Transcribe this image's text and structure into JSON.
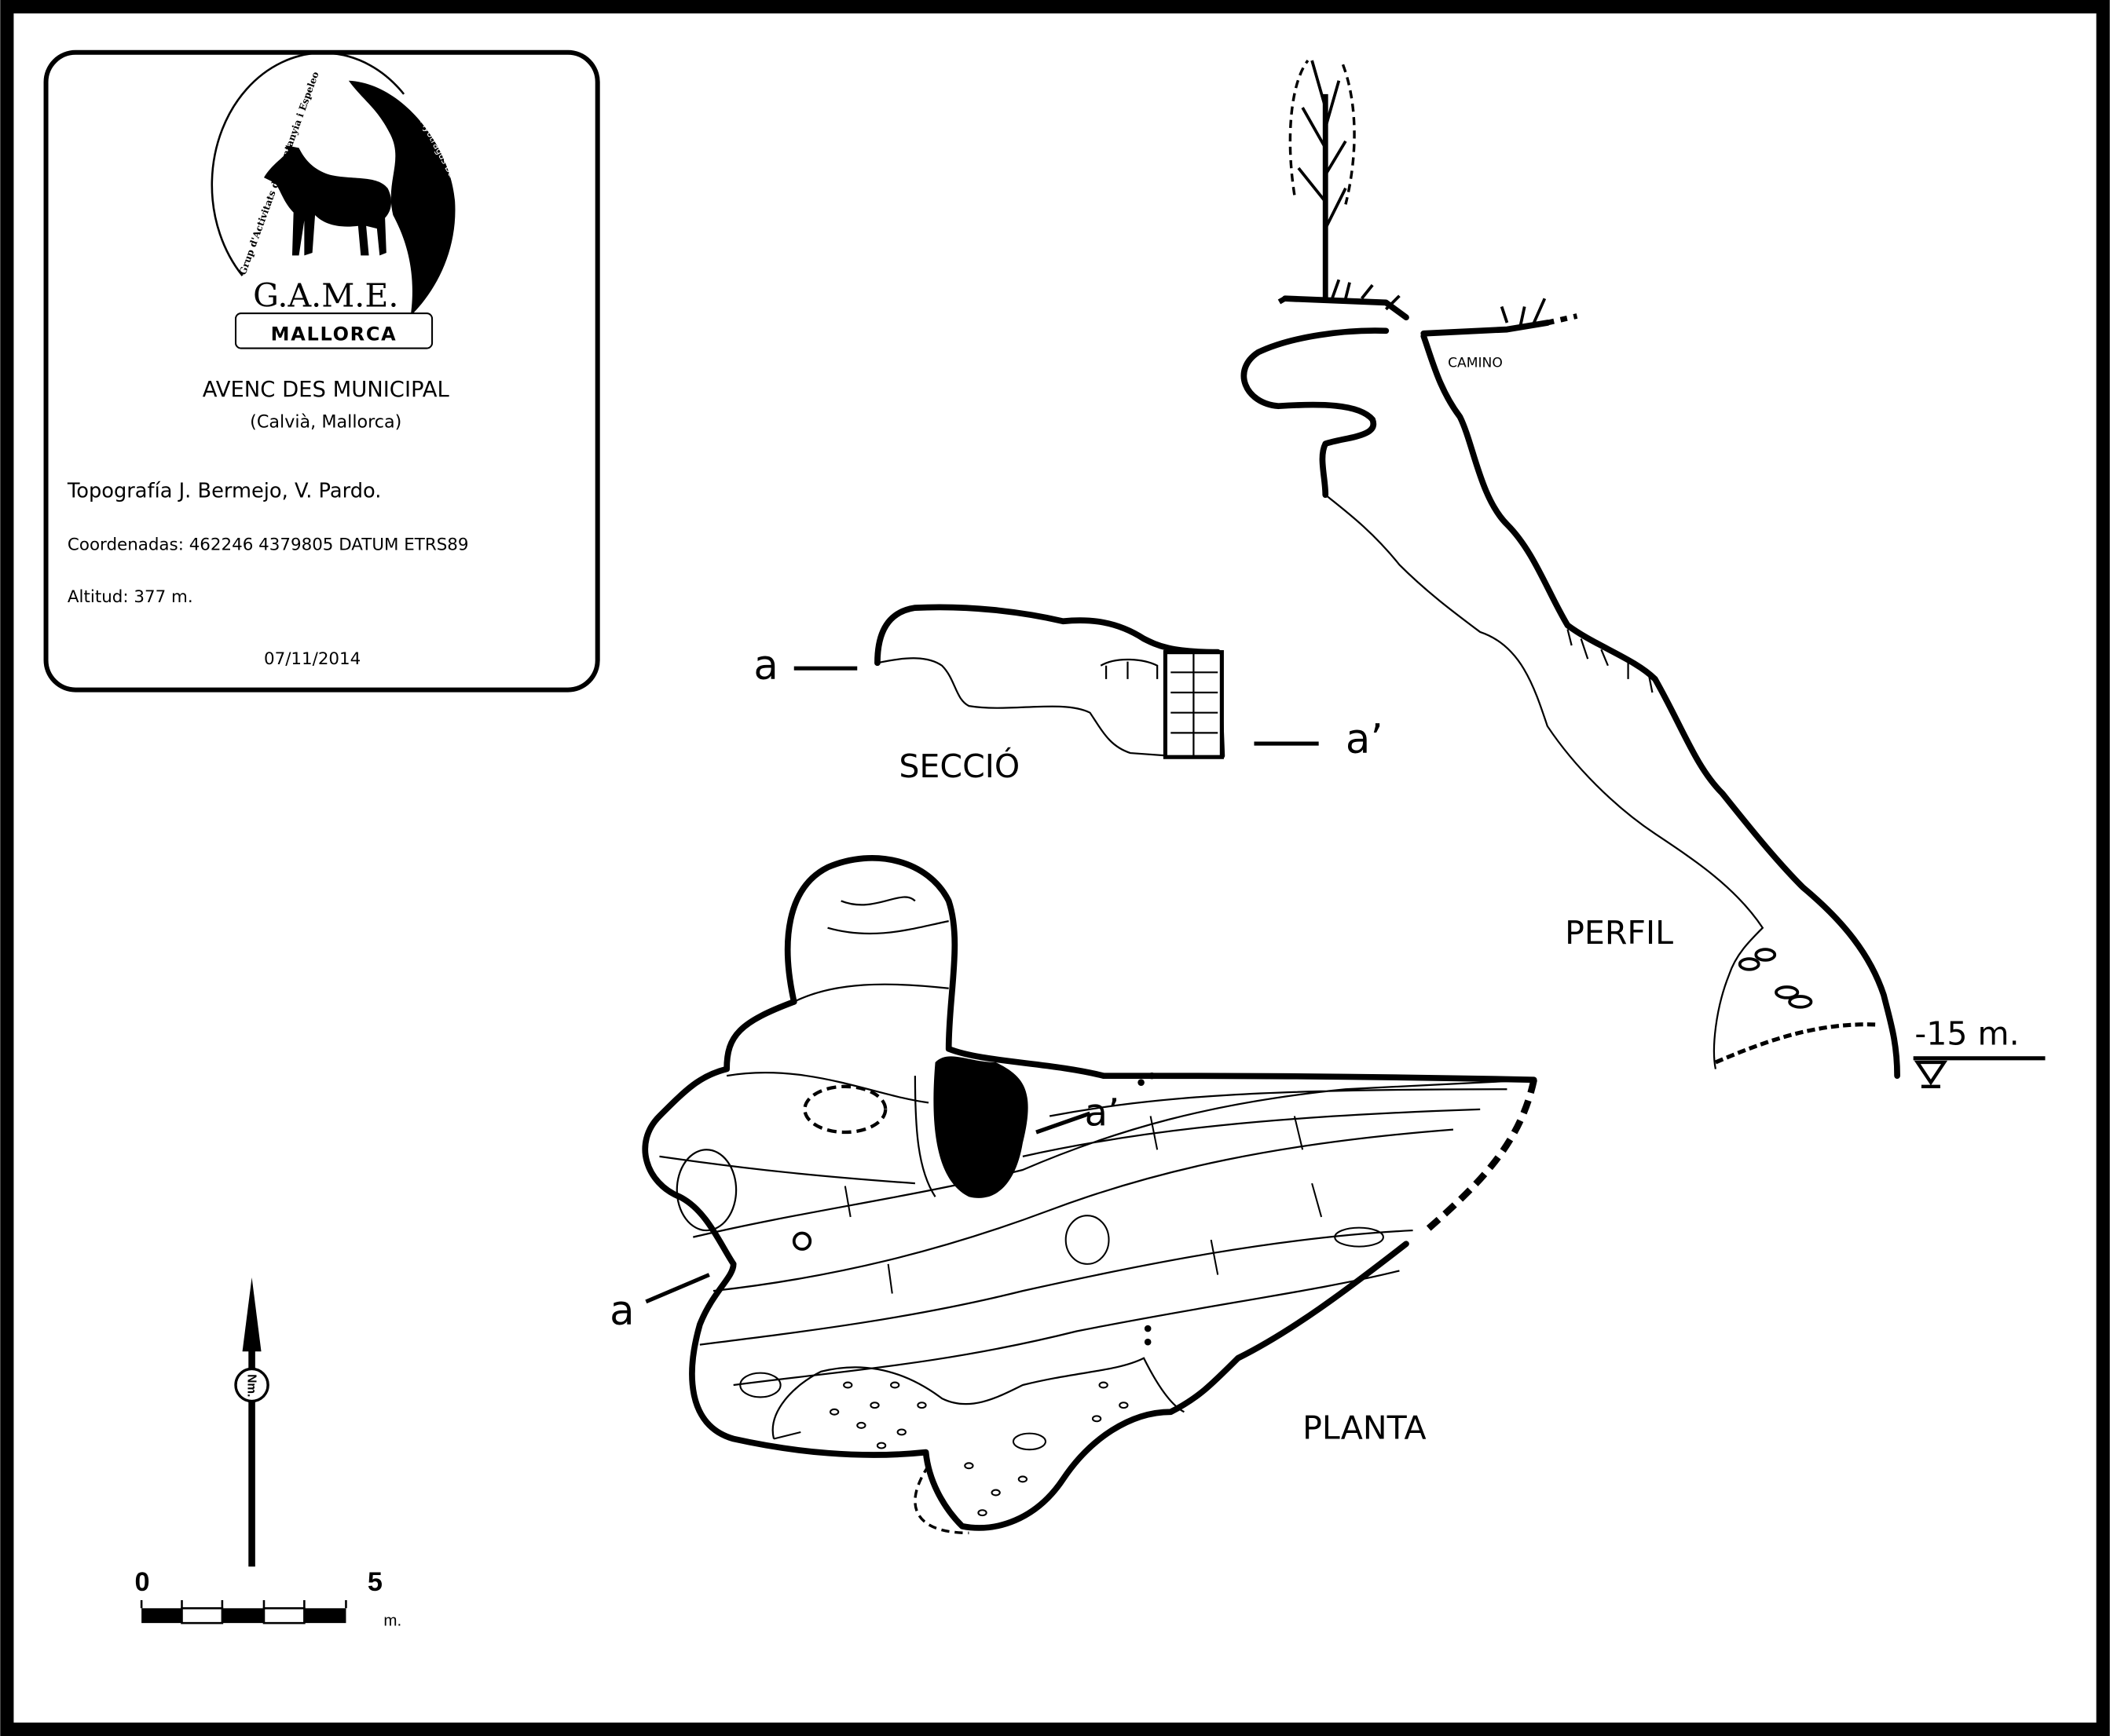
{
  "info_box": {
    "logo": {
      "arc_text_left": "Grup d'Activitats de Muntanyia i Espeleo",
      "arc_text_right": "Myotragus Balearicus",
      "acronym": "G.A.M.E.",
      "region": "MALLORCA"
    },
    "cave_name": "AVENC DES MUNICIPAL",
    "location": "(Calvià, Mallorca)",
    "survey": "Topografía  J. Bermejo, V. Pardo.",
    "coordinates": "Coordenadas: 462246 4379805 DATUM ETRS89",
    "altitude": "Altitud: 377 m.",
    "date": "07/11/2014"
  },
  "profile": {
    "title": "PERFIL",
    "path_label": "CAMINO",
    "depth_label": "-15 m."
  },
  "section": {
    "title": "SECCIÓ",
    "left_marker": "a",
    "right_marker": "a’"
  },
  "plan": {
    "title": "PLANTA",
    "left_marker": "a",
    "right_marker": "a’"
  },
  "north_arrow": {
    "label": "Nm."
  },
  "scale_bar": {
    "start": "0",
    "end": "5",
    "unit": "m.",
    "divisions": 5
  }
}
